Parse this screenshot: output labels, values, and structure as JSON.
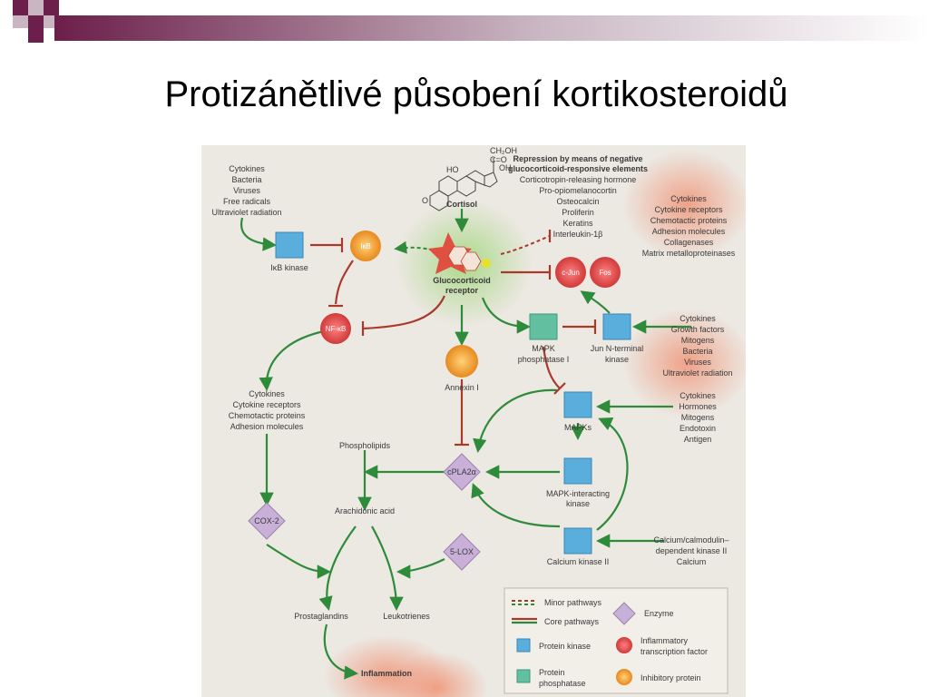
{
  "slide": {
    "title": "Protizánětlivé působení kortikosteroidů"
  },
  "colors": {
    "core_pathway": "#2e8b3a",
    "inhibition": "#a83a2c",
    "protein_kinase": "#5aaedc",
    "protein_phosphatase": "#62c0a0",
    "transcription_factor": "#d94848",
    "inhibitory_protein": "#f0a030",
    "enzyme": "#c8b0d8",
    "receptor": "#e05040"
  },
  "nodes": {
    "cortisol": "Cortisol",
    "cortisol_chem": {
      "ch2oh": "CH₂OH",
      "co": "C=O",
      "oh": "OH",
      "ho": "HO",
      "o": "O"
    },
    "gr_line1": "Glucocorticoid",
    "gr_line2": "receptor",
    "ikb": "IκB",
    "ikb_kinase": "IκB kinase",
    "nfkb": "NF-κB",
    "cjun": "c-Jun",
    "fos": "Fos",
    "annexin": "Annexin I",
    "mapk_phosphatase_1": "MAPK",
    "mapk_phosphatase_2": "phosphatase I",
    "jnk_1": "Jun N-terminal",
    "jnk_2": "kinase",
    "mapks": "MAPKs",
    "mapk_int_1": "MAPK-interacting",
    "mapk_int_2": "kinase",
    "calcium_kinase": "Calcium kinase II",
    "cpla2": "cPLA2α",
    "cox2": "COX-2",
    "lox5": "5-LOX",
    "phospholipids": "Phospholipids",
    "arachidonic": "Arachidonic acid",
    "prostaglandins": "Prostaglandins",
    "leukotrienes": "Leukotrienes",
    "inflammation": "Inflammation"
  },
  "lists": {
    "stimuli_ikb": [
      "Cytokines",
      "Bacteria",
      "Viruses",
      "Free radicals",
      "Ultraviolet radiation"
    ],
    "repression_title": [
      "Repression by means of negative",
      "glucocorticoid-responsive elements"
    ],
    "repression": [
      "Corticotropin-releasing hormone",
      "Pro-opiomelanocortin",
      "Osteocalcin",
      "Proliferin",
      "Keratins",
      "Interleukin-1β"
    ],
    "ap1_targets": [
      "Cytokines",
      "Cytokine receptors",
      "Chemotactic proteins",
      "Adhesion molecules",
      "Collagenases",
      "Matrix metalloproteinases"
    ],
    "jnk_stimuli": [
      "Cytokines",
      "Growth factors",
      "Mitogens",
      "Bacteria",
      "Viruses",
      "Ultraviolet radiation"
    ],
    "nfkb_targets": [
      "Cytokines",
      "Cytokine receptors",
      "Chemotactic proteins",
      "Adhesion molecules"
    ],
    "mapk_stimuli": [
      "Cytokines",
      "Hormones",
      "Mitogens",
      "Endotoxin",
      "Antigen"
    ],
    "calcium_stimuli": [
      "Calcium/calmodulin–",
      "dependent kinase II",
      "Calcium"
    ]
  },
  "legend": {
    "minor": "Minor pathways",
    "core": "Core pathways",
    "enzyme": "Enzyme",
    "protein_kinase": "Protein kinase",
    "itf_1": "Inflammatory",
    "itf_2": "transcription factor",
    "pp_1": "Protein",
    "pp_2": "phosphatase",
    "inhibitory": "Inhibitory protein"
  }
}
